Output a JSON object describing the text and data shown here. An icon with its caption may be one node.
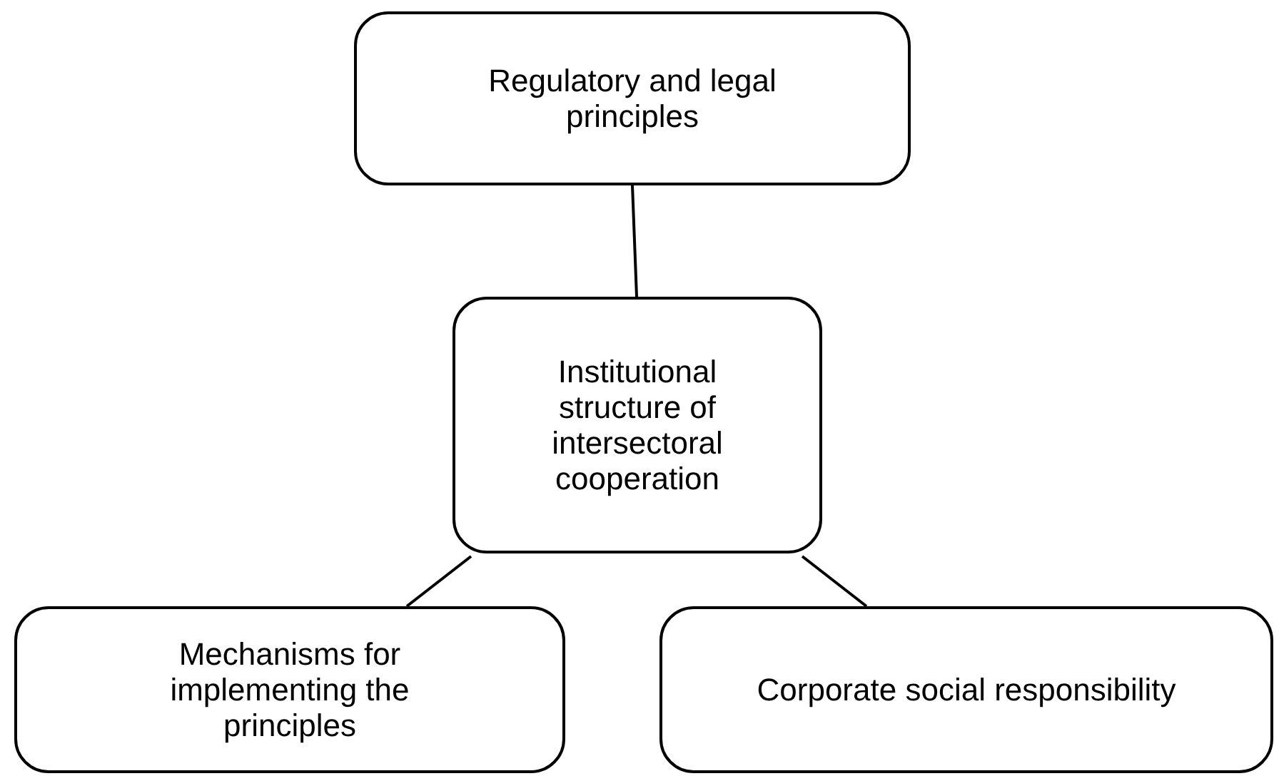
{
  "diagram": {
    "nodes": [
      {
        "text": [
          "Regulatory and legal principles"
        ]
      },
      {
        "text": [
          "Institutional structure of intersectoral cooperation"
        ]
      },
      {
        "text": [
          "Mechanisms for implementing the principles"
        ]
      },
      {
        "text": [
          "Corporate social responsibility"
        ]
      }
    ],
    "edges": [
      {
        "from": 0,
        "to": 1,
        "arrow": "none"
      },
      {
        "from": 1,
        "to": 2,
        "arrow": "none"
      },
      {
        "from": 1,
        "to": 3,
        "arrow": "none"
      }
    ]
  }
}
